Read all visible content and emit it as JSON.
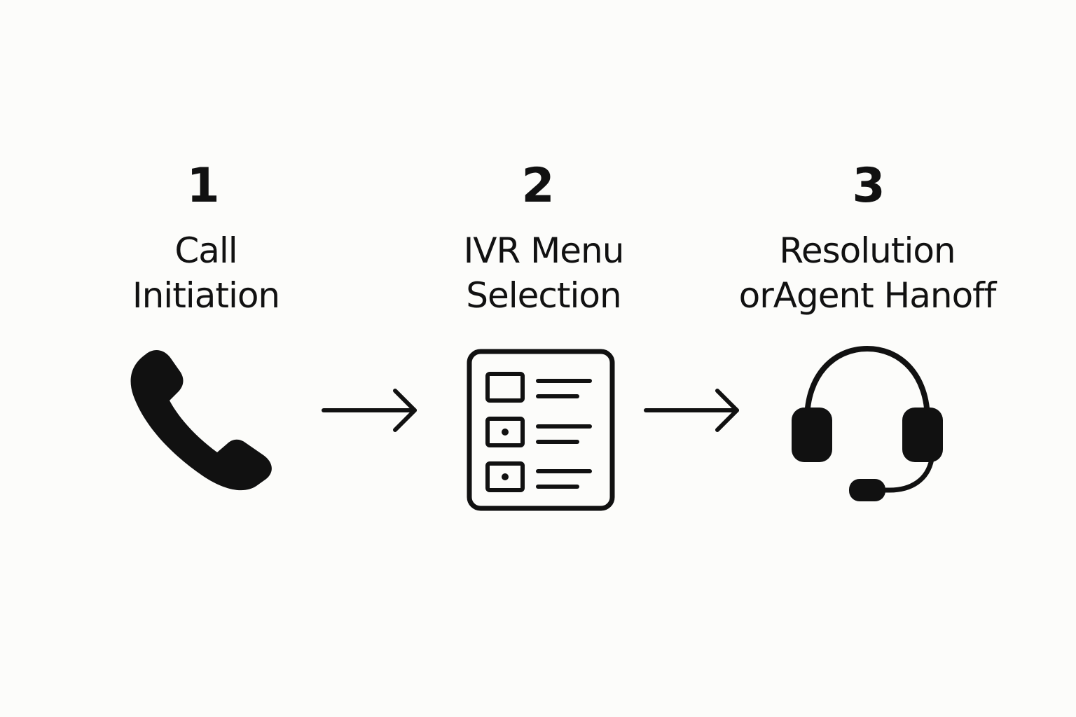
{
  "steps": [
    {
      "number": "1",
      "label_line1": "Call",
      "label_line2": "Initiation",
      "icon": "phone-icon"
    },
    {
      "number": "2",
      "label_line1": "IVR Menu",
      "label_line2": "Selection",
      "icon": "menu-list-icon"
    },
    {
      "number": "3",
      "label_line1": "Resolution",
      "label_line2": "orAgent Hanoff",
      "icon": "headset-icon"
    }
  ],
  "connectors": [
    {
      "icon": "arrow-right-icon"
    },
    {
      "icon": "arrow-right-icon"
    }
  ],
  "colors": {
    "background": "#fcfcfa",
    "ink": "#111111"
  }
}
